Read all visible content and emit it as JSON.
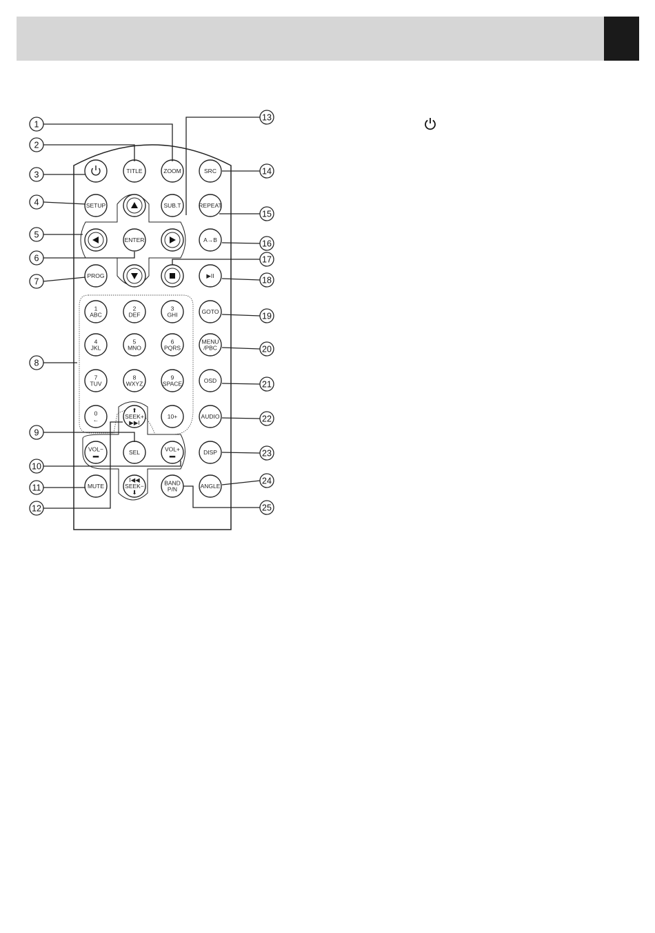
{
  "power_symbol_icon": "power-icon",
  "remote": {
    "buttons": [
      {
        "id": "power",
        "lines": [],
        "icon": "power-icon"
      },
      {
        "id": "title",
        "lines": [
          "TITLE"
        ]
      },
      {
        "id": "zoom",
        "lines": [
          "ZOOM"
        ]
      },
      {
        "id": "src",
        "lines": [
          "SRC"
        ]
      },
      {
        "id": "setup",
        "lines": [
          "SETUP"
        ]
      },
      {
        "id": "up",
        "lines": [],
        "icon": "up-arrow-icon"
      },
      {
        "id": "subt",
        "lines": [
          "SUB.T"
        ]
      },
      {
        "id": "repeat",
        "lines": [
          "REPEAT"
        ]
      },
      {
        "id": "left",
        "lines": [],
        "icon": "left-arrow-icon"
      },
      {
        "id": "enter",
        "lines": [
          "ENTER"
        ]
      },
      {
        "id": "right",
        "lines": [],
        "icon": "right-arrow-icon"
      },
      {
        "id": "ab",
        "lines": [
          "A→B"
        ]
      },
      {
        "id": "prog",
        "lines": [
          "PROG"
        ]
      },
      {
        "id": "down",
        "lines": [],
        "icon": "down-arrow-icon"
      },
      {
        "id": "stop",
        "lines": [],
        "icon": "stop-icon"
      },
      {
        "id": "playpause",
        "lines": [
          "▶II"
        ]
      },
      {
        "id": "n1",
        "lines": [
          "1",
          "ABC"
        ]
      },
      {
        "id": "n2",
        "lines": [
          "2",
          "DEF"
        ]
      },
      {
        "id": "n3",
        "lines": [
          "3",
          "GHI"
        ]
      },
      {
        "id": "goto",
        "lines": [
          "GOTO"
        ]
      },
      {
        "id": "n4",
        "lines": [
          "4",
          "JKL"
        ]
      },
      {
        "id": "n5",
        "lines": [
          "5",
          "MNO"
        ]
      },
      {
        "id": "n6",
        "lines": [
          "6",
          "PQRS"
        ]
      },
      {
        "id": "menu",
        "lines": [
          "MENU",
          "/PBC"
        ]
      },
      {
        "id": "n7",
        "lines": [
          "7",
          "TUV"
        ]
      },
      {
        "id": "n8",
        "lines": [
          "8",
          "WXYZ"
        ]
      },
      {
        "id": "n9",
        "lines": [
          "9",
          "SPACE"
        ]
      },
      {
        "id": "osd",
        "lines": [
          "OSD"
        ]
      },
      {
        "id": "n0",
        "lines": [
          "0",
          "←"
        ]
      },
      {
        "id": "seekup",
        "lines": [
          "⬆",
          "SEEK+",
          "▶▶I"
        ]
      },
      {
        "id": "n10",
        "lines": [
          "10+"
        ]
      },
      {
        "id": "audio",
        "lines": [
          "AUDIO"
        ]
      },
      {
        "id": "volminus",
        "lines": [
          "VOL−",
          "▬"
        ]
      },
      {
        "id": "sel",
        "lines": [
          "SEL"
        ]
      },
      {
        "id": "volplus",
        "lines": [
          "VOL+",
          "▬"
        ]
      },
      {
        "id": "disp",
        "lines": [
          "DISP"
        ]
      },
      {
        "id": "mute",
        "lines": [
          "MUTE"
        ]
      },
      {
        "id": "seekdown",
        "lines": [
          "I◀◀",
          "SEEK−",
          "⬇"
        ]
      },
      {
        "id": "band",
        "lines": [
          "BAND",
          "P/N"
        ]
      },
      {
        "id": "angle",
        "lines": [
          "ANGLE"
        ]
      }
    ],
    "callouts": [
      "1",
      "2",
      "3",
      "4",
      "5",
      "6",
      "7",
      "8",
      "9",
      "10",
      "11",
      "12",
      "13",
      "14",
      "15",
      "16",
      "17",
      "18",
      "19",
      "20",
      "21",
      "22",
      "23",
      "24",
      "25"
    ]
  }
}
